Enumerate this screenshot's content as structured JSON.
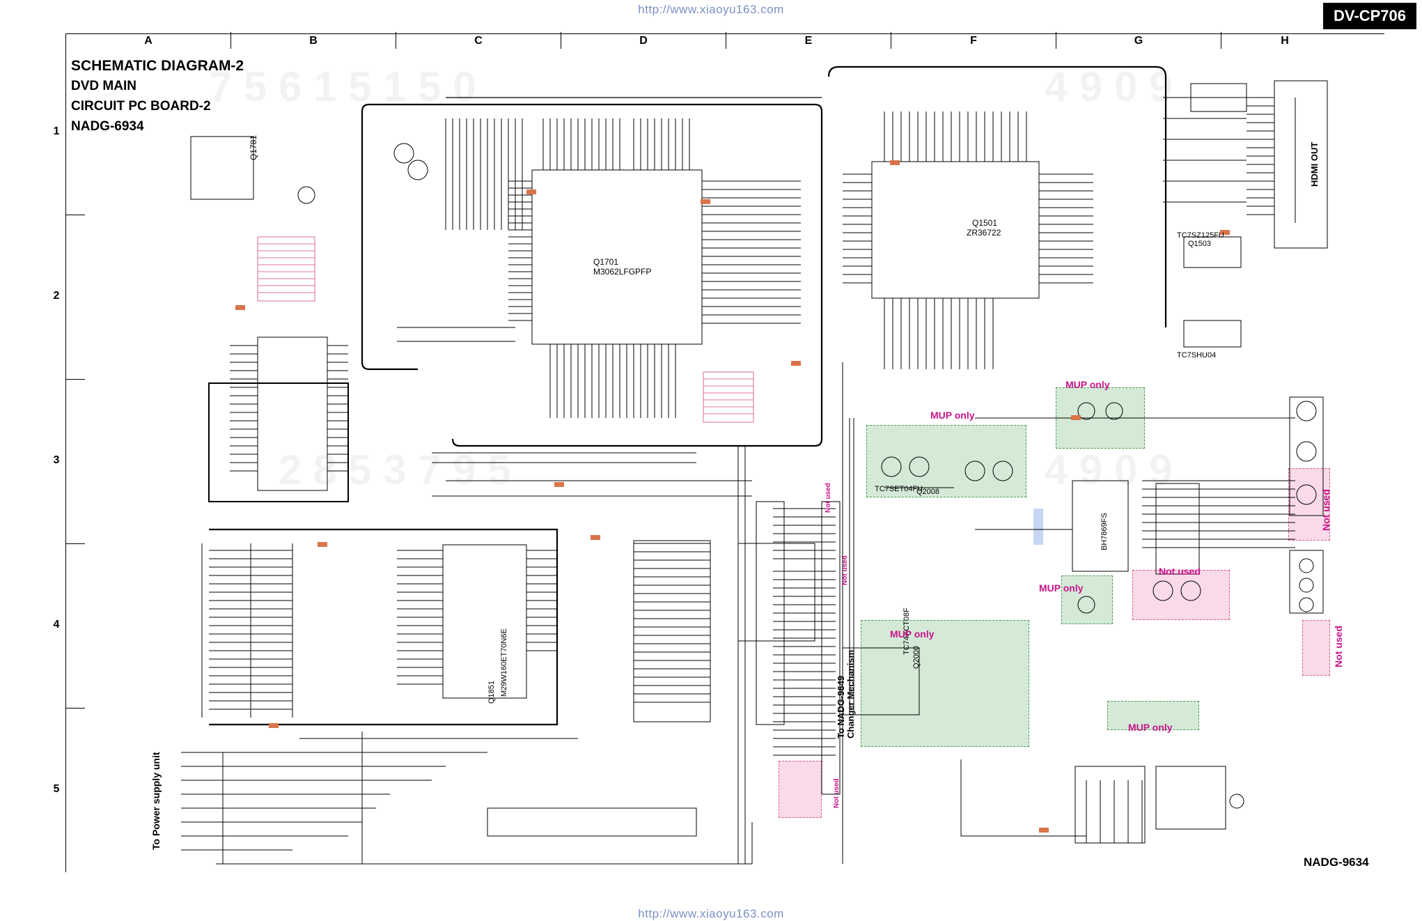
{
  "header": {
    "url_top": "http://www.xiaoyu163.com",
    "url_bottom": "http://www.xiaoyu163.com",
    "model": "DV-CP706"
  },
  "grid": {
    "columns": [
      "A",
      "B",
      "C",
      "D",
      "E",
      "F",
      "G",
      "H"
    ],
    "rows": [
      "1",
      "2",
      "3",
      "4",
      "5"
    ]
  },
  "title": {
    "line1": "SCHEMATIC DIAGRAM-2",
    "line2": "DVD MAIN",
    "line3": "CIRCUIT PC BOARD-2",
    "line4": "NADG-6934"
  },
  "components": {
    "q1781": "Q1781",
    "q1701": "Q1701",
    "q1701_part": "M3062LFGPFP",
    "q1501": "Q1501",
    "q1501_part": "ZR36722",
    "q1851": "Q1851",
    "q1851_part": "M29W160ET70N6E",
    "q1503": "Q1503",
    "q1503_part": "TC7SZ125FU",
    "tc7shu04": "TC7SHU04",
    "tc7sets4fu": "TC7SET04FU",
    "q2008": "Q2008",
    "tc74ac": "TC74ACT08F",
    "bh7869": "BH7869FS",
    "q2000": "Q2000"
  },
  "labels": {
    "hdmi_out": "HDMI OUT",
    "to_power_supply": "To Power supply unit",
    "to_nadg": "To NADG-9649",
    "changer_mech": "Changer Mechanism",
    "footer": "NADG-9634"
  },
  "notes": {
    "mup_only_1": "MUP only",
    "mup_only_2": "MUP only",
    "mup_only_3": "MUP only",
    "mup_only_4": "MUP only",
    "mup_only_5": "MUP only",
    "not_used_1": "Not used",
    "not_used_2": "Not used",
    "not_used_3": "Not used",
    "not_used_4": "Not used",
    "not_used_5": "Not used",
    "not_used_6": "Not used"
  },
  "colors": {
    "mup_only_fill": "#7cbe84",
    "not_used_fill": "#f096be",
    "note_text": "#c8148a",
    "voltage_tag": "#d9744a",
    "url": "#7a8fc4"
  }
}
